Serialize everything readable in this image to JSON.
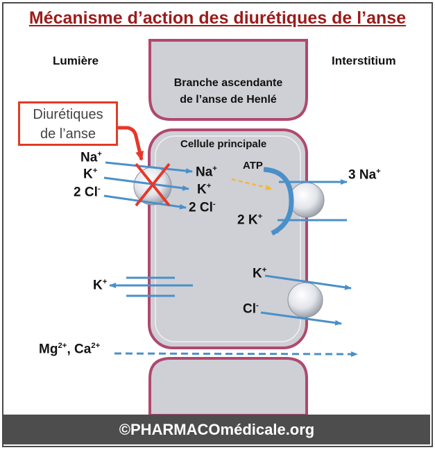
{
  "title": "Mécanisme d’action des diurétiques de l’anse",
  "labels": {
    "lumen": "Lumière",
    "interstitium": "Interstitium",
    "branch_line1": "Branche ascendante",
    "branch_line2": "de l’anse de Henlé",
    "cell": "Cellule principale",
    "drug_line1": "Diurétiques",
    "drug_line2": "de l’anse",
    "atp": "ATP"
  },
  "ions": {
    "na_left": "Na",
    "na_left_sup": "+",
    "k_left": "K",
    "k_left_sup": "+",
    "cl_left": "2 Cl",
    "cl_left_sup": "-",
    "na_in": "Na",
    "na_in_sup": "+",
    "k_in": "K",
    "k_in_sup": "+",
    "cl_in": "2 Cl",
    "cl_in_sup": "-",
    "na_out": "3 Na",
    "na_out_sup": "+",
    "k_pump": "2 K",
    "k_pump_sup": "+",
    "k_channel": "K",
    "k_channel_sup": "+",
    "k_basolat": "K",
    "k_basolat_sup": "+",
    "cl_basolat": "Cl",
    "cl_basolat_sup": "-",
    "mg": "Mg",
    "mg_sup": "2+",
    "ca": ", Ca",
    "ca_sup": "2+"
  },
  "footer": {
    "copyright": "©",
    "brand": "PHARMACO",
    "brand_mid": "médicale",
    "brand_end": ".org"
  },
  "colors": {
    "title": "#9b1b1b",
    "arrow_blue": "#4a90c8",
    "atp_dashed": "#f0b83c",
    "cross_red": "#e8362a",
    "cell_fill": "#cfcfd6",
    "cell_border": "#b0486e"
  }
}
